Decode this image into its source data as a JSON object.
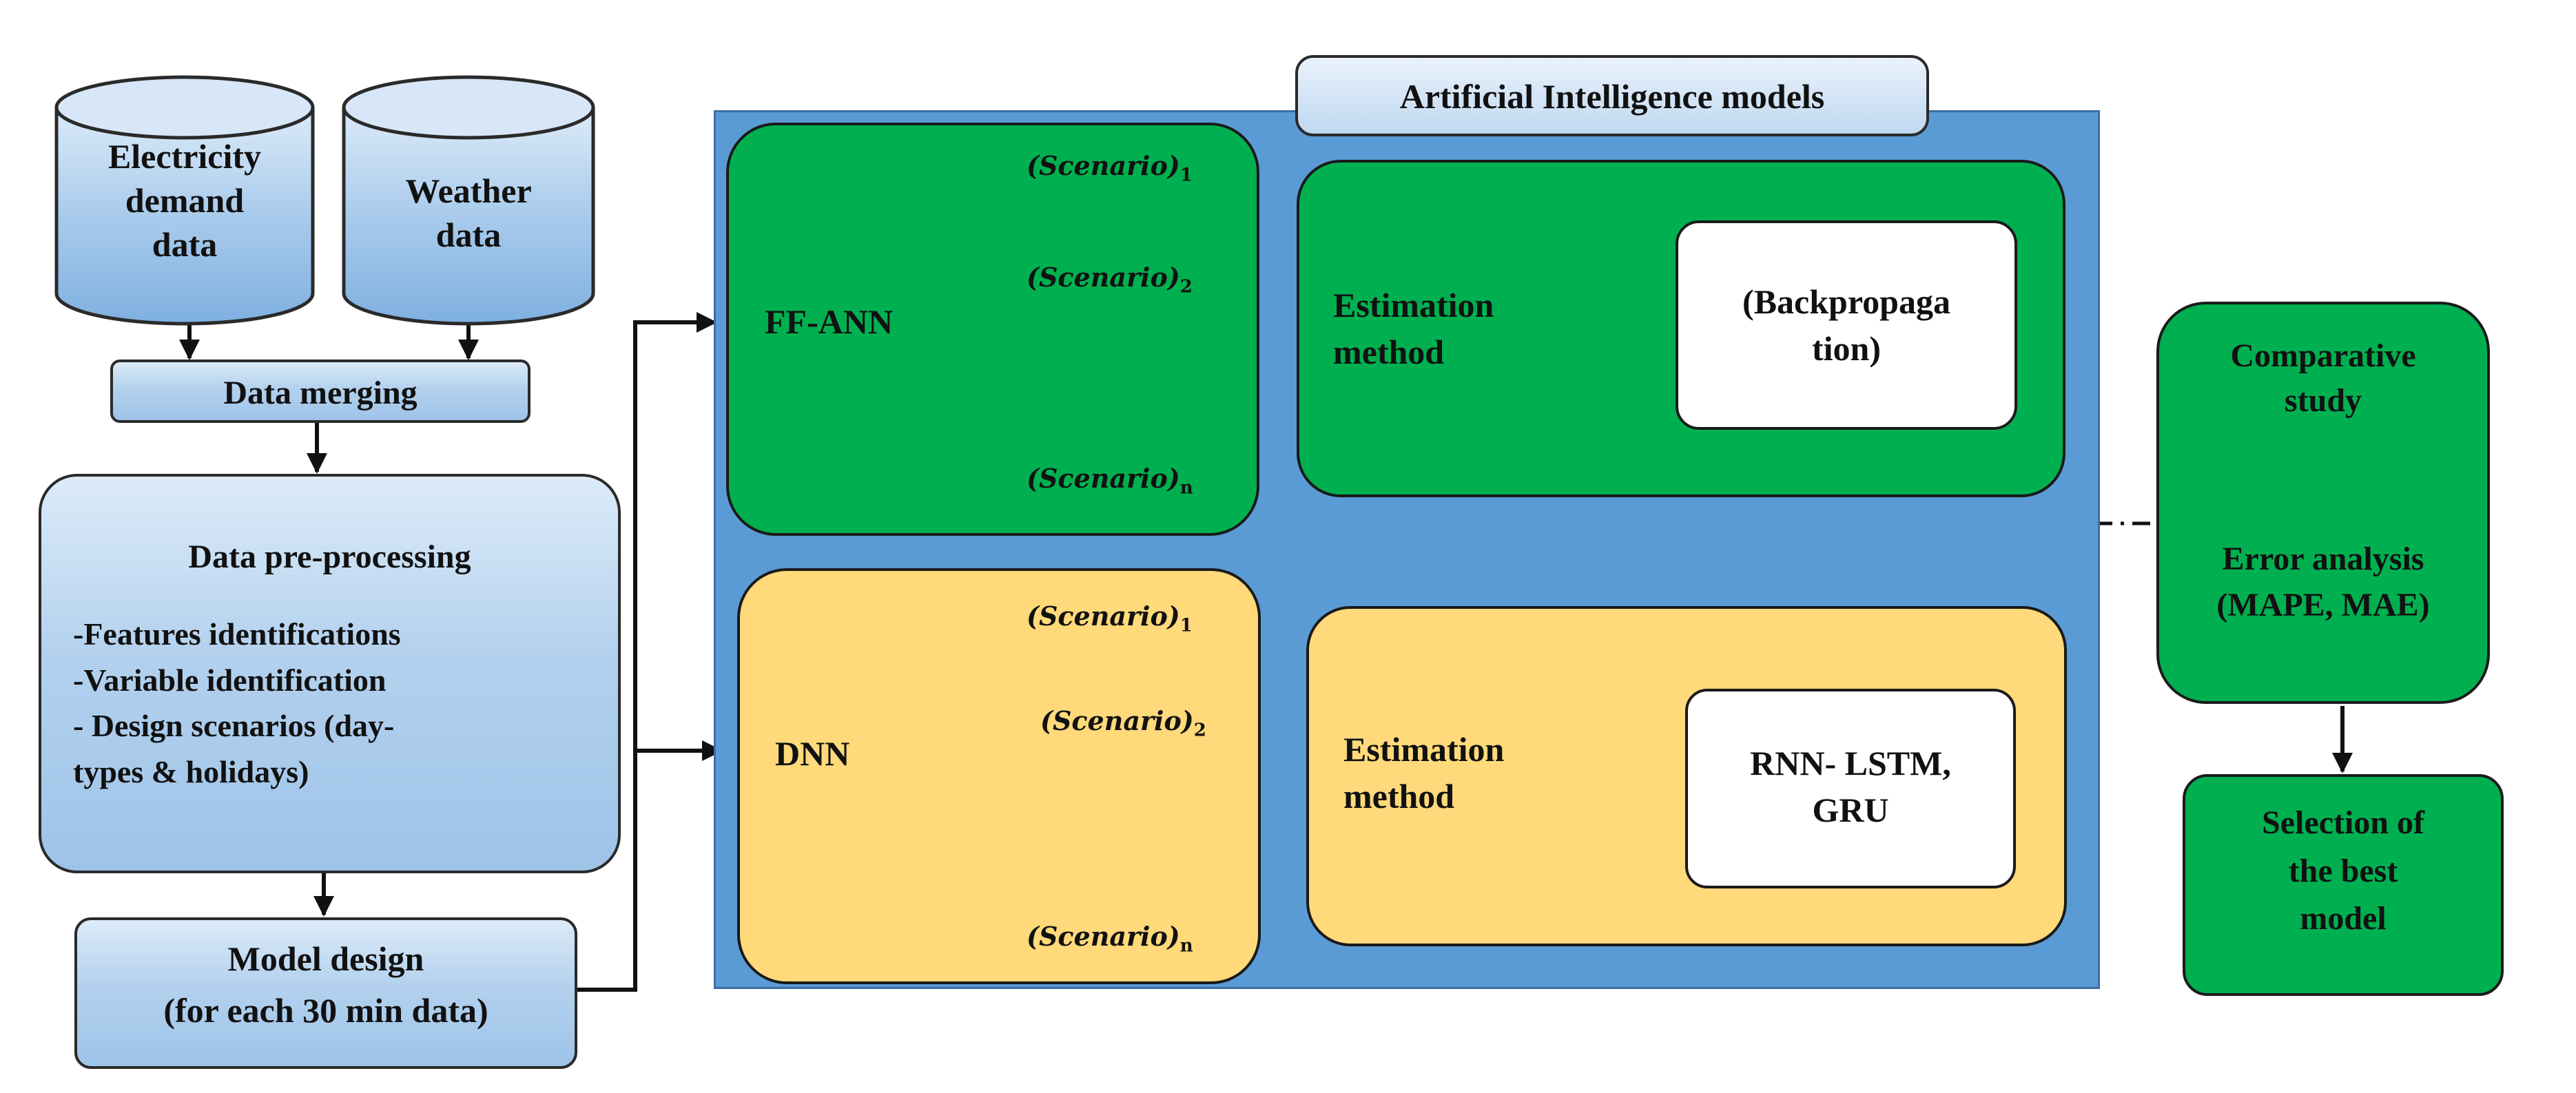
{
  "diagram": {
    "sources": {
      "electricity": "Electricity\ndemand\ndata",
      "weather": "Weather\ndata"
    },
    "merging": "Data merging",
    "preprocessing": {
      "title": "Data pre-processing",
      "items": "-Features identifications\n-Variable identification\n- Design scenarios (day-\ntypes & holidays)"
    },
    "model_design": "Model design\n(for each 30 min data)",
    "ai_panel_title": "Artificial Intelligence models",
    "ffann": {
      "label": "FF-ANN",
      "scenarios": [
        {
          "name": "(Scenario)",
          "sub": "1"
        },
        {
          "name": "(Scenario)",
          "sub": "2"
        },
        {
          "name": "(Scenario)",
          "sub": "n"
        }
      ],
      "estimation": "Estimation\nmethod",
      "method": "(Backpropaga\ntion)"
    },
    "dnn": {
      "label": "DNN",
      "scenarios": [
        {
          "name": "(Scenario)",
          "sub": "1"
        },
        {
          "name": "(Scenario)",
          "sub": "2"
        },
        {
          "name": "(Scenario)",
          "sub": "n"
        }
      ],
      "estimation": "Estimation\nmethod",
      "method": "RNN- LSTM,\nGRU"
    },
    "comparative": {
      "title": "Comparative\nstudy",
      "error": "Error analysis\n(MAPE, MAE)"
    },
    "selection": "Selection of\nthe best\nmodel",
    "colors": {
      "ai_panel": "#5b9bd5",
      "green": "#00b050",
      "yellow": "#ffd97a",
      "light_blue": "#b3d1ee"
    }
  }
}
